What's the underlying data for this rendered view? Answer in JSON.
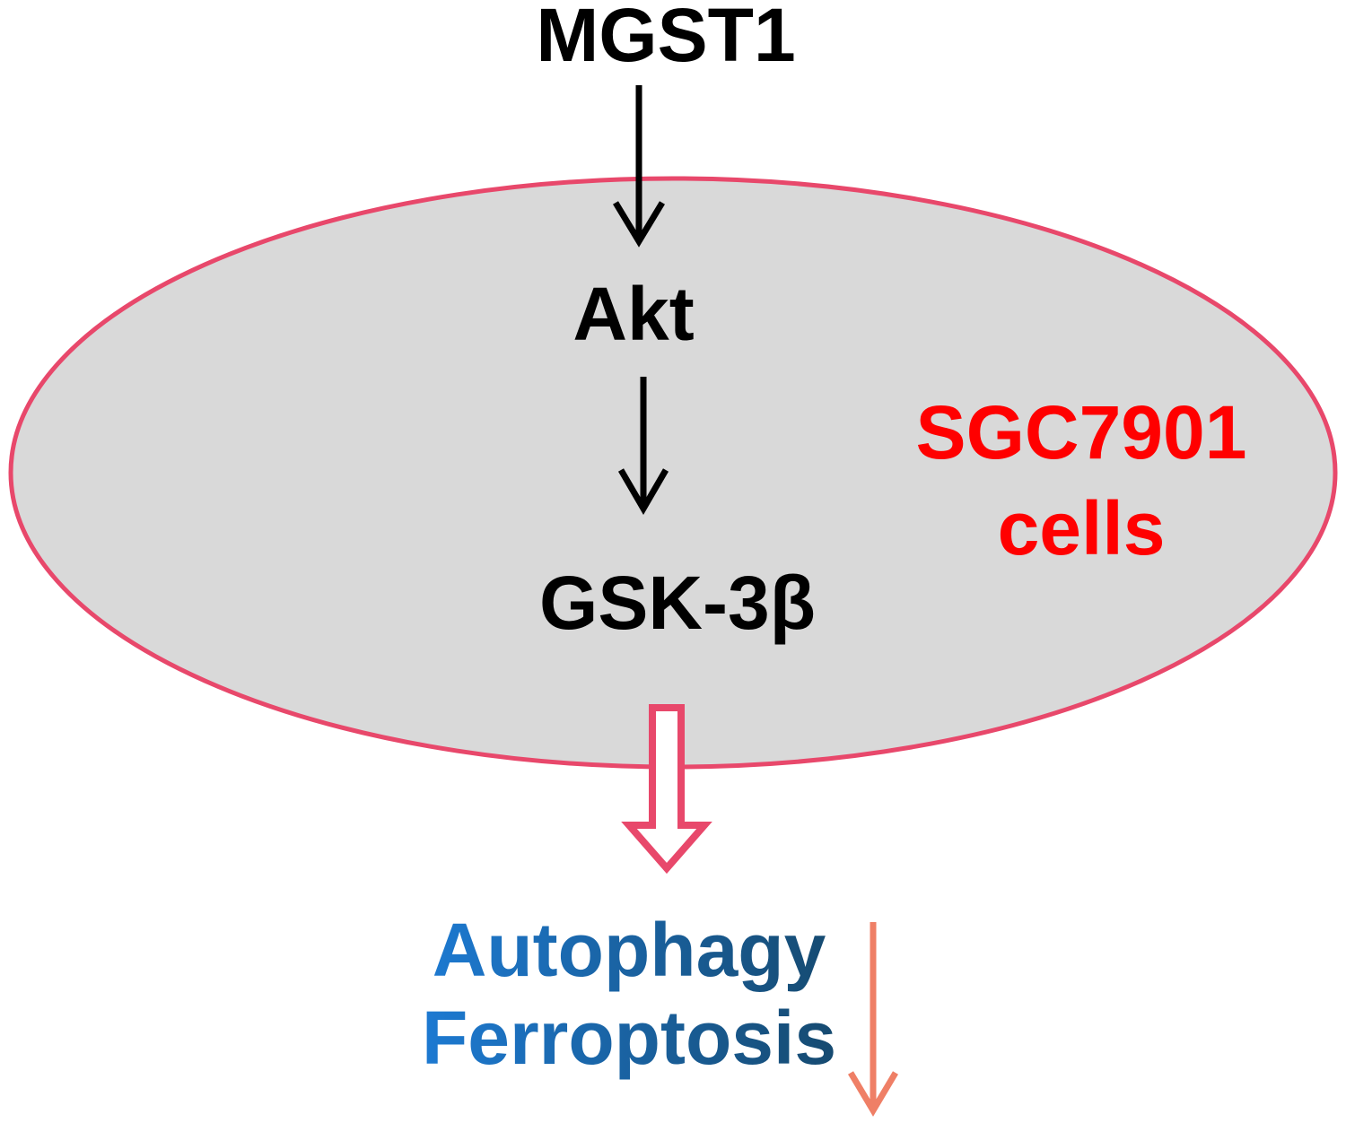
{
  "diagram_type": "cell-signaling-pathway",
  "nodes": {
    "mgst1": {
      "label": "MGST1"
    },
    "akt": {
      "label": "Akt"
    },
    "gsk3b": {
      "label": "GSK-3β"
    }
  },
  "cell": {
    "line1": "SGC7901",
    "line2": "cells"
  },
  "outcomes": {
    "line1": "Autophagy",
    "line2": "Ferroptosis"
  },
  "edges": [
    {
      "from": "MGST1",
      "to": "Akt",
      "style": "thin-black-down-arrow"
    },
    {
      "from": "Akt",
      "to": "GSK-3β",
      "style": "thin-black-down-arrow"
    },
    {
      "from": "GSK-3β",
      "to": "Autophagy / Ferroptosis",
      "style": "hollow-pink-block-down-arrow"
    },
    {
      "at": "Autophagy / Ferroptosis",
      "style": "thin-salmon-down-arrow"
    }
  ],
  "colors": {
    "pathway_text": "#000000",
    "pathway_arrow": "#000000",
    "cell_fill": "#d9d9d9",
    "cell_border": "#e8486b",
    "cell_label_text": "#ff0000",
    "block_arrow_fill": "#ffffff",
    "outcome_gradient_start": "#1d7ad2",
    "outcome_gradient_end": "#164a70",
    "down_arrow": "#ef7f66"
  }
}
